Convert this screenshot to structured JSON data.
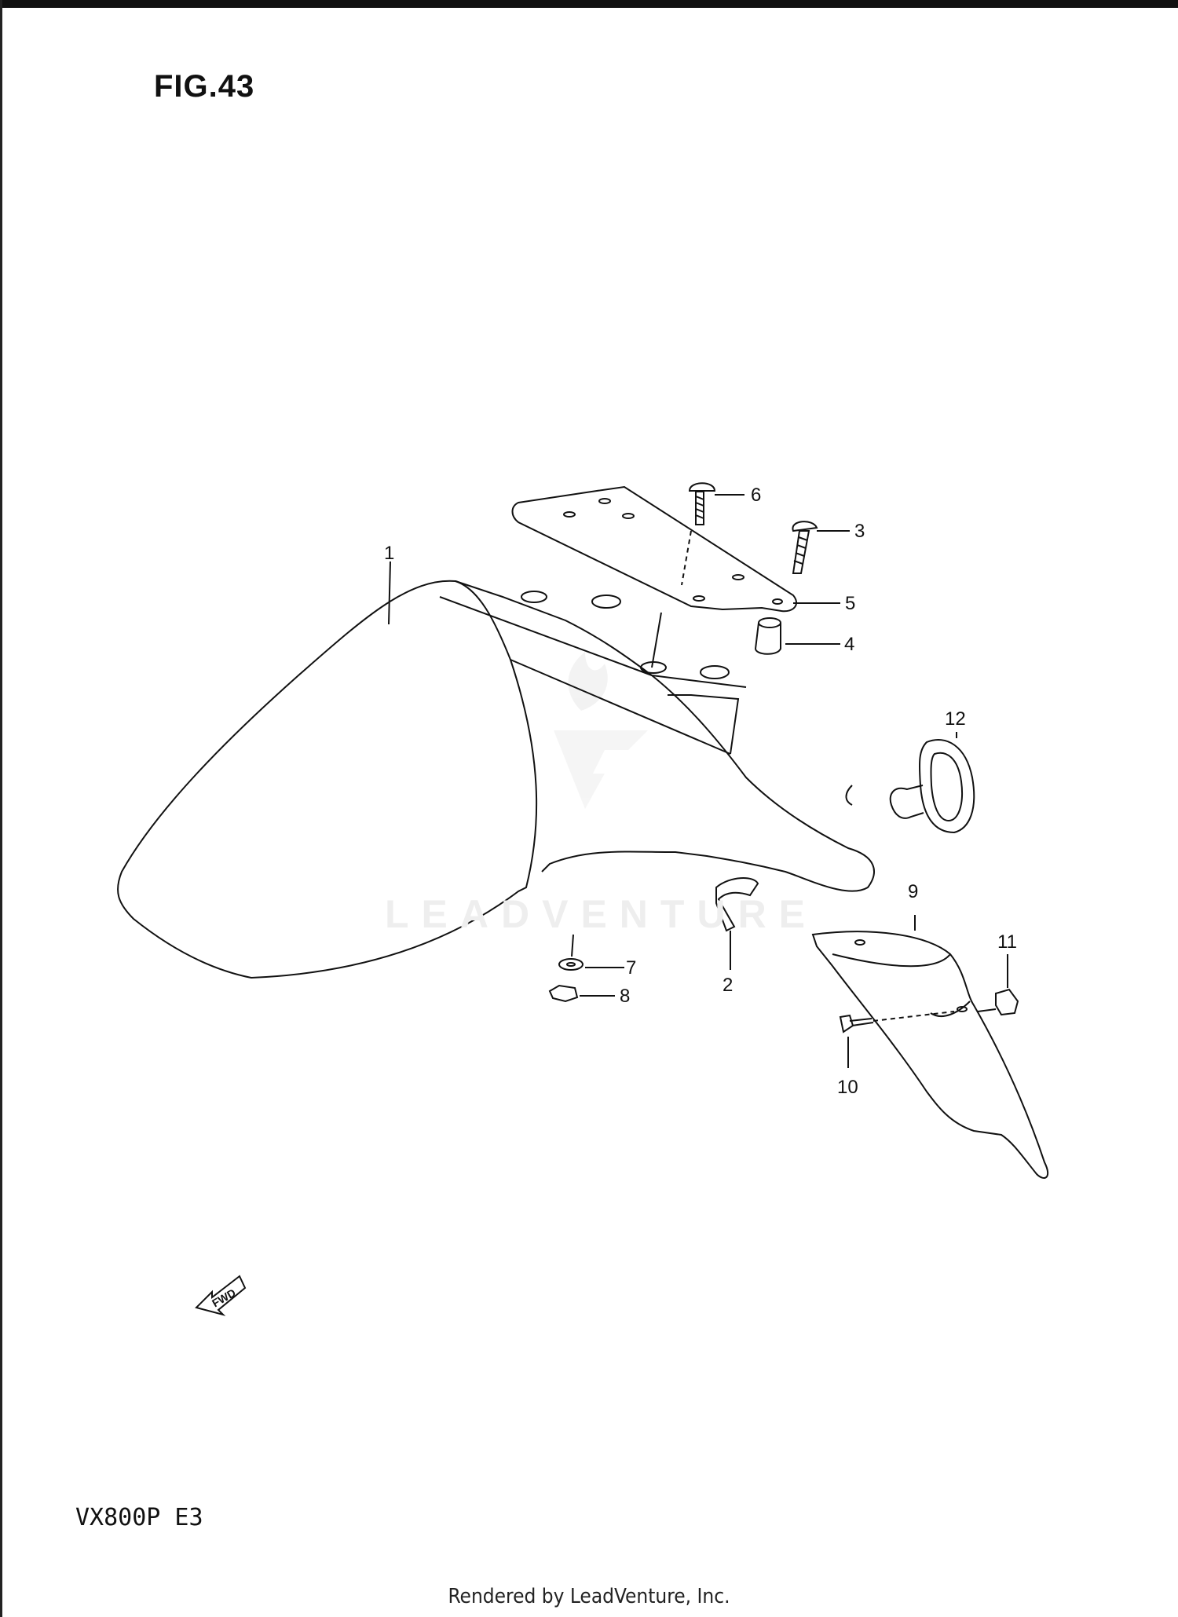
{
  "figure": {
    "title": "FIG.43",
    "model": "VX800P  E3",
    "footer": "Rendered by LeadVenture, Inc.",
    "watermark": "LEADVENTURE",
    "direction_marker": "FWD"
  },
  "callouts": [
    "1",
    "2",
    "3",
    "4",
    "5",
    "6",
    "7",
    "8",
    "9",
    "10",
    "11",
    "12"
  ],
  "colors": {
    "ink": "#111111",
    "watermark": "#eeeeee"
  }
}
